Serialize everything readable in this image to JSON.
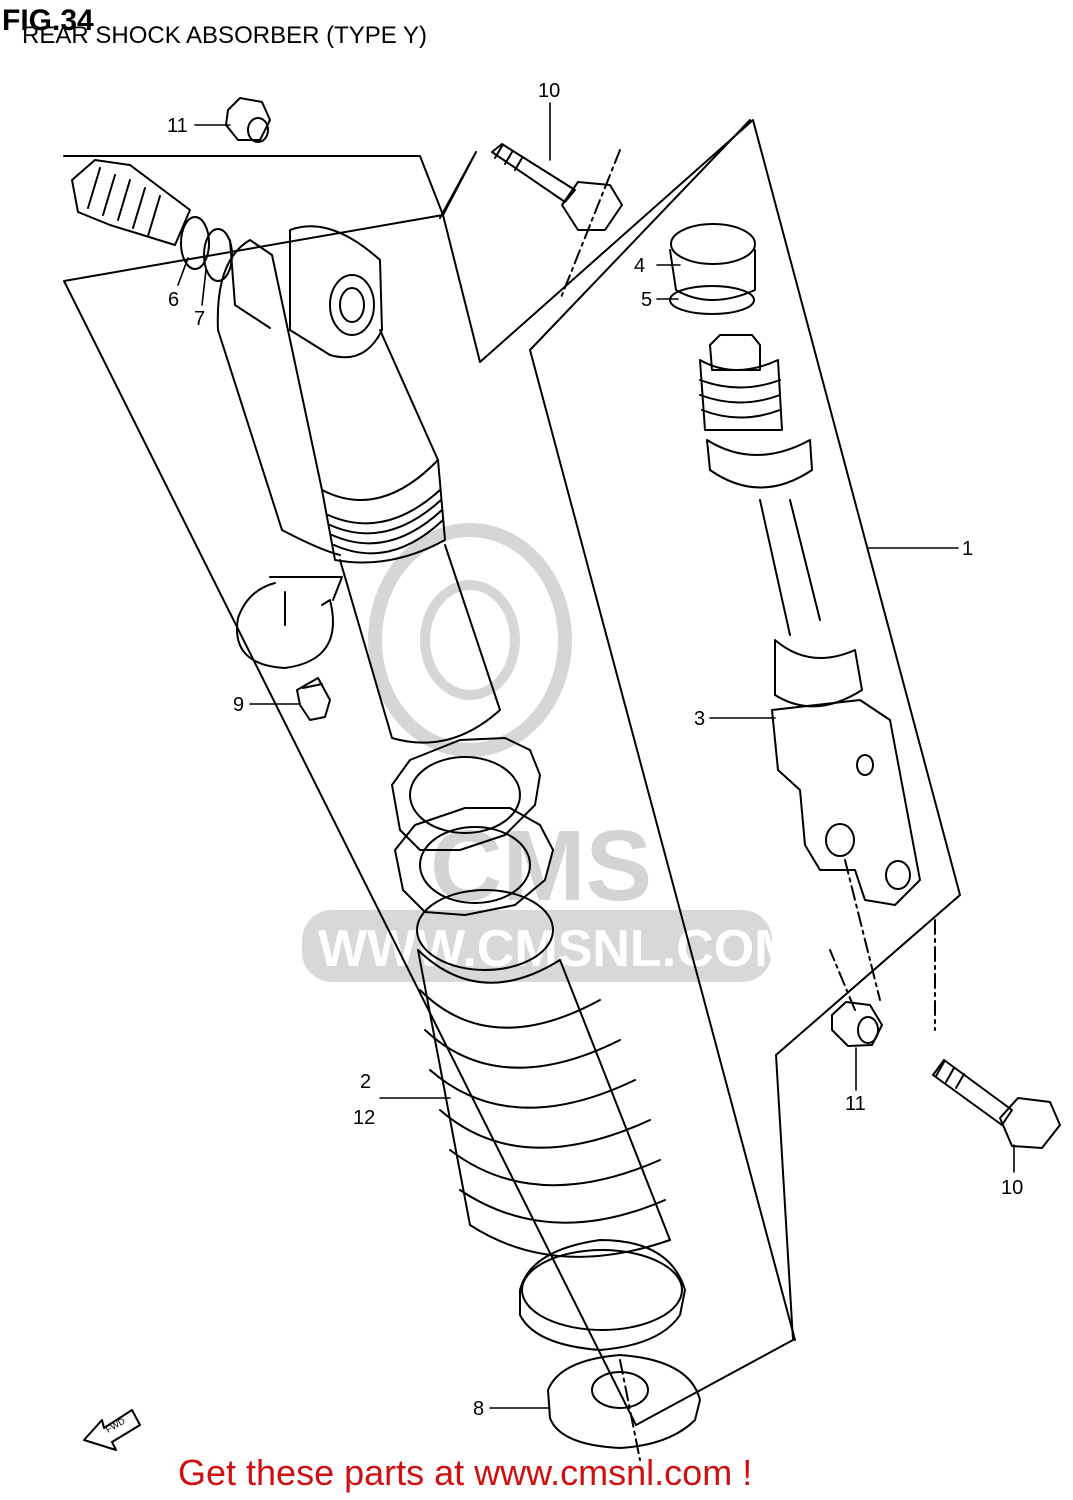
{
  "figure": {
    "title": "FIG.34",
    "subtitle": "REAR SHOCK ABSORBER (TYPE Y)"
  },
  "callouts": [
    "11",
    "10",
    "4",
    "5",
    "6",
    "7",
    "1",
    "9",
    "3",
    "2",
    "12",
    "11",
    "10",
    "8"
  ],
  "watermark": {
    "brand": "CMS",
    "url": "WWW.CMSNL.COM"
  },
  "arrow_label": "FWD",
  "footer": {
    "cta": "Get these parts at www.cmsnl.com !"
  },
  "colors": {
    "line": "#000000",
    "watermark": "#d4d4d4",
    "cta": "#d01010"
  }
}
